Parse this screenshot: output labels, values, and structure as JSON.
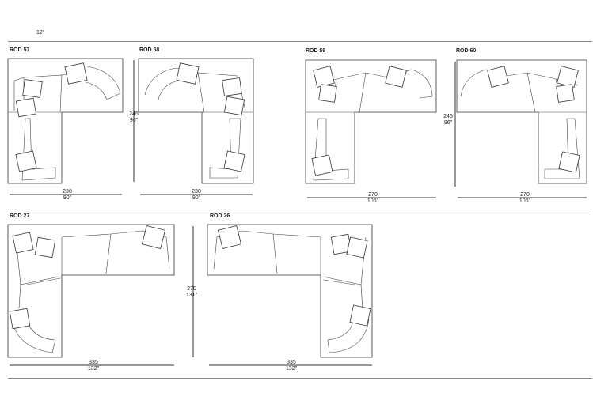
{
  "top_note": "12\"",
  "models": [
    {
      "id": "rod57",
      "label": "ROD 57",
      "width_cm": "230",
      "width_in": "90\"",
      "depth_cm": "245",
      "depth_in": "96\""
    },
    {
      "id": "rod58",
      "label": "ROD 58",
      "width_cm": "230",
      "width_in": "90\""
    },
    {
      "id": "rod59",
      "label": "ROD 59",
      "width_cm": "270",
      "width_in": "106\"",
      "depth_cm": "245",
      "depth_in": "96\""
    },
    {
      "id": "rod60",
      "label": "ROD 60",
      "width_cm": "270",
      "width_in": "106\""
    },
    {
      "id": "rod27",
      "label": "ROD 27",
      "width_cm": "335",
      "width_in": "132\"",
      "depth_cm": "270",
      "depth_in": "131\""
    },
    {
      "id": "rod26",
      "label": "ROD 26",
      "width_cm": "335",
      "width_in": "132\""
    }
  ]
}
